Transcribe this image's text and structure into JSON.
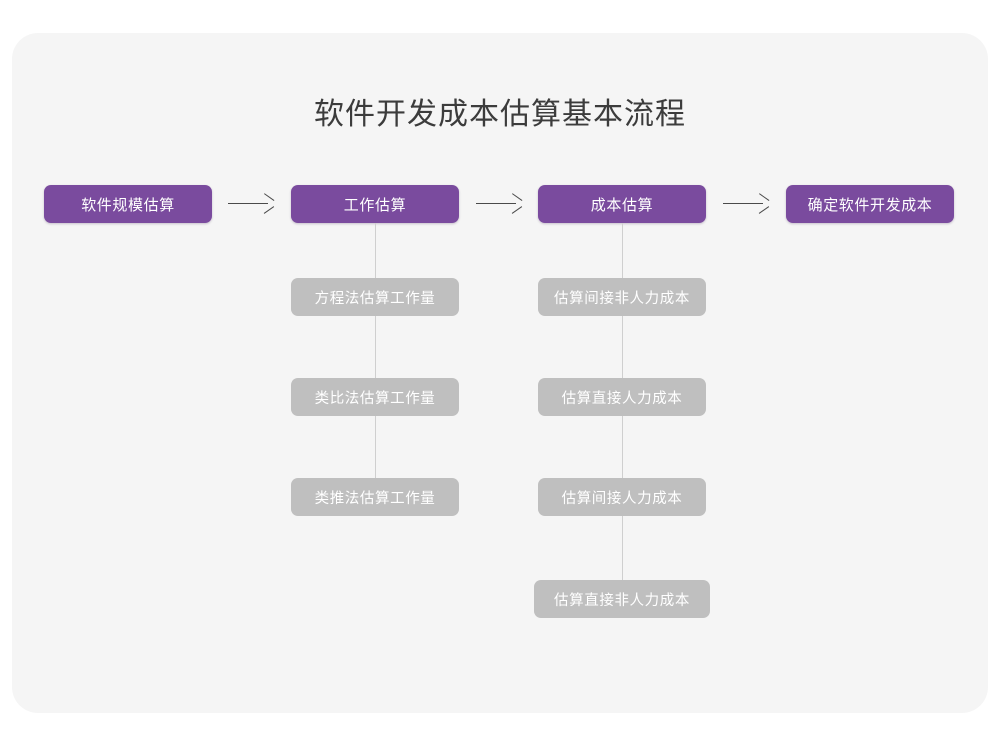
{
  "page": {
    "title": "软件开发成本估算基本流程",
    "background_color": "#ffffff",
    "card_color": "#f5f5f5",
    "primary_color": "#7a4b9e",
    "secondary_color": "#bfbfbf",
    "connector_color": "#cfcfcf",
    "arrow_color": "#4a4a4a"
  },
  "flow": {
    "steps": [
      {
        "label": "软件规模估算",
        "substeps": []
      },
      {
        "label": "工作估算",
        "substeps": [
          {
            "label": "方程法估算工作量"
          },
          {
            "label": "类比法估算工作量"
          },
          {
            "label": "类推法估算工作量"
          }
        ]
      },
      {
        "label": "成本估算",
        "substeps": [
          {
            "label": "估算间接非人力成本"
          },
          {
            "label": "估算直接人力成本"
          },
          {
            "label": "估算间接人力成本"
          },
          {
            "label": "估算直接非人力成本"
          }
        ]
      },
      {
        "label": "确定软件开发成本",
        "substeps": []
      }
    ],
    "arrows": [
      {
        "name": "arrow-1"
      },
      {
        "name": "arrow-2"
      },
      {
        "name": "arrow-3"
      }
    ]
  }
}
